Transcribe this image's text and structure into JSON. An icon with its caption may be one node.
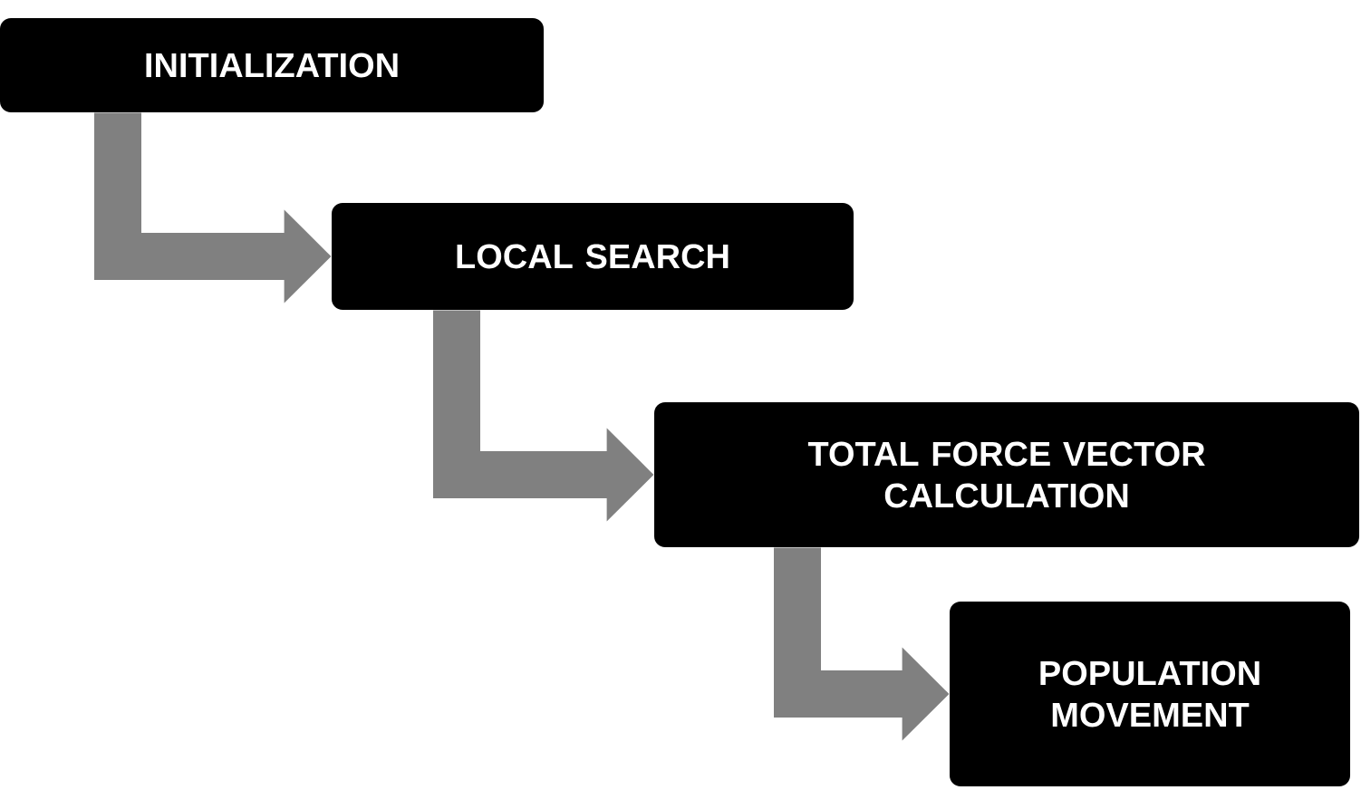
{
  "diagram": {
    "nodes": [
      {
        "text": [
          "INITIALIZATION"
        ]
      },
      {
        "text": [
          "LOCAL SEARCH"
        ]
      },
      {
        "text": [
          "TOTAL FORCE VECTOR CALCULATION"
        ]
      },
      {
        "text": [
          "POPULATION MOVEMENT"
        ]
      }
    ],
    "edges": [
      {
        "from": 0,
        "to": 1,
        "arrow": "to"
      },
      {
        "from": 1,
        "to": 2,
        "arrow": "to"
      },
      {
        "from": 2,
        "to": 3,
        "arrow": "to"
      }
    ]
  }
}
